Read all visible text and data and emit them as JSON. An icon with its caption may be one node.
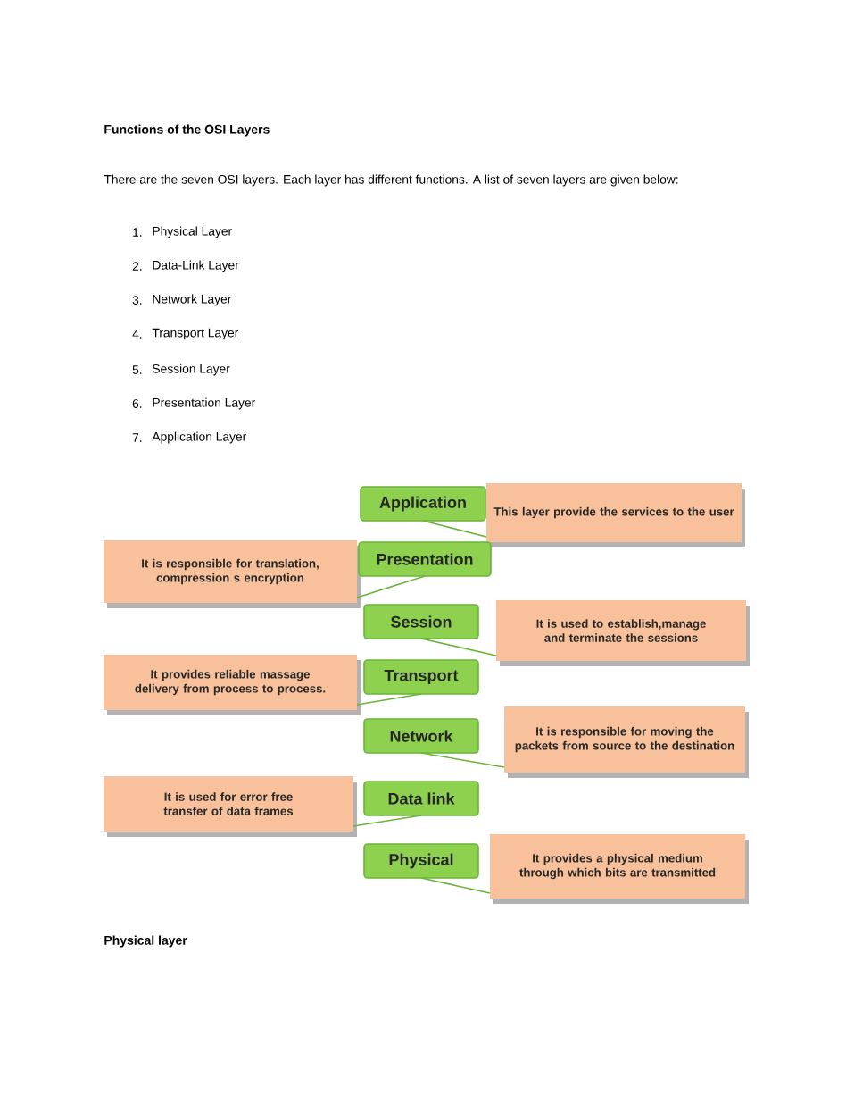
{
  "diagram": {
    "title": "Functions of the OSI Layers",
    "nodes": [
      {
        "text": [
          "Application"
        ]
      },
      {
        "text": [
          "This  layer provide the services to the user"
        ]
      },
      {
        "text": [
          "It is responsible for translation, compression s encryption"
        ]
      },
      {
        "text": [
          "Presentation"
        ]
      },
      {
        "text": [
          "Session"
        ]
      },
      {
        "text": [
          "It is used to establish,manage and terminate  the sessions"
        ]
      },
      {
        "text": [
          "It provides reliable massage delivery from process to process."
        ]
      },
      {
        "text": [
          "Transport"
        ]
      },
      {
        "text": [
          "Network"
        ]
      },
      {
        "text": [
          "It is responsible for moving the packets from source to the destination"
        ]
      },
      {
        "text": [
          "It is used for error free transfer of data frames"
        ]
      },
      {
        "text": [
          "Data link"
        ]
      },
      {
        "text": [
          "Physical"
        ]
      },
      {
        "text": [
          "It provides a physical medium through which bits are transmitted"
        ]
      }
    ],
    "edges": [
      {
        "from": 0,
        "to": 1,
        "arrow": "none"
      },
      {
        "from": 3,
        "to": 2,
        "arrow": "none"
      },
      {
        "from": 4,
        "to": 5,
        "arrow": "none"
      },
      {
        "from": 7,
        "to": 6,
        "arrow": "none"
      },
      {
        "from": 8,
        "to": 9,
        "arrow": "none"
      },
      {
        "from": 11,
        "to": 10,
        "arrow": "none"
      },
      {
        "from": 12,
        "to": 13,
        "arrow": "none"
      }
    ],
    "labels": [
      "There are the seven OSI layers. Each layer has different functions. A list of seven layers are given below:",
      "1.",
      "Physical Layer",
      "2.",
      "Data-Link Layer",
      "3.",
      "Network Layer",
      "4.",
      "Transport Layer",
      "5.",
      "Session Layer",
      "6.",
      "Presentation Layer",
      "7.",
      "Application Layer",
      "Physical layer"
    ]
  }
}
